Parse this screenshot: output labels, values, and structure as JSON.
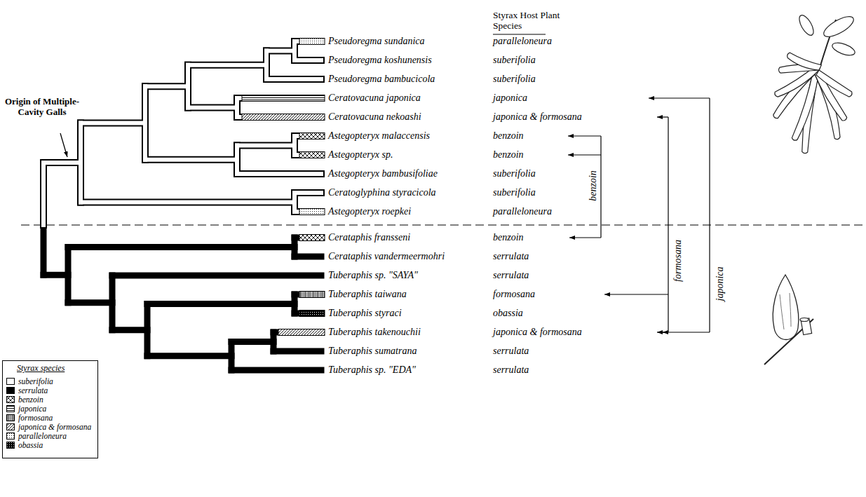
{
  "diagram": {
    "labels": [
      "Origin of Multiple-Cavity Galls",
      "Styrax Host Plant Species",
      "Pseudoregma sundanica",
      "paralleloneura",
      "Pseudoregma koshunensis",
      "suberifolia",
      "Pseudoregma bambucicola",
      "suberifolia",
      "Ceratovacuna japonica",
      "japonica",
      "Ceratovacuna nekoashi",
      "japonica & formosana",
      "Astegopteryx malaccensis",
      "benzoin",
      "Astegopteryx sp.",
      "benzoin",
      "Astegopteryx bambusifoliae",
      "suberifolia",
      "Ceratoglyphina styracicola",
      "suberifolia",
      "Astegopteryx roepkei",
      "paralleloneura",
      "Cerataphis fransseni",
      "benzoin",
      "Cerataphis vandermeermohri",
      "serrulata",
      "Tuberaphis sp. \"SAYA\"",
      "serrulata",
      "Tuberaphis taiwana",
      "formosana",
      "Tuberaphis styraci",
      "obassia",
      "Tuberaphis takenouchii",
      "japonica & formosana",
      "Tuberaphis sumatrana",
      "serrulata",
      "Tuberaphis sp. \"EDA\"",
      "serrulata",
      "benzoin",
      "formosana",
      "japonica",
      "Styrax species"
    ],
    "legend": [
      {
        "text": "suberifolia",
        "color": "#ffffff"
      },
      {
        "text": "serrulata",
        "color": "#000000"
      },
      {
        "text": "benzoin"
      },
      {
        "text": "japonica"
      },
      {
        "text": "formosana"
      },
      {
        "text": "japonica & formosana"
      },
      {
        "text": "paralleloneura"
      },
      {
        "text": "obassia"
      }
    ]
  }
}
